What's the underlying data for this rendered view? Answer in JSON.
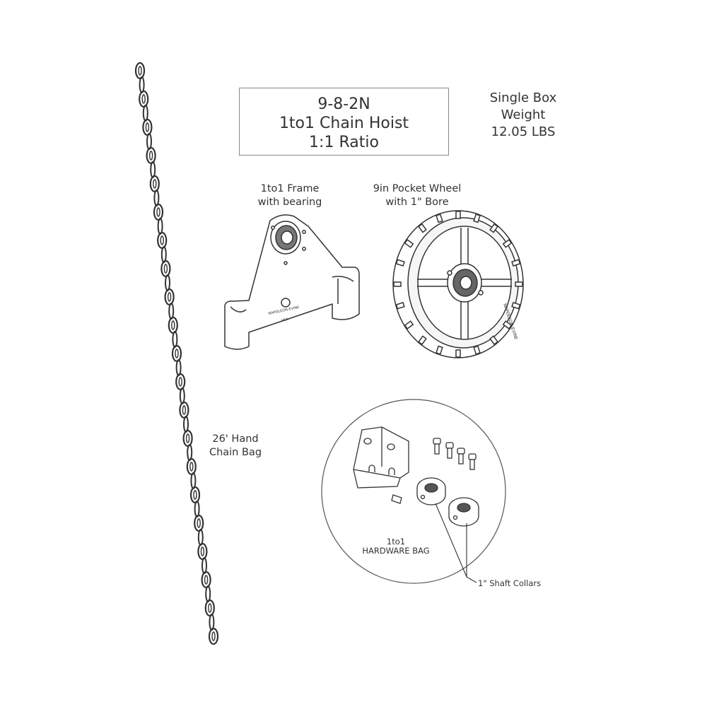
{
  "title": {
    "line1": "9-8-2N",
    "line2": "1to1 Chain Hoist",
    "line3": "1:1 Ratio"
  },
  "weight": {
    "line1": "Single Box",
    "line2": "Weight",
    "line3": "12.05 LBS"
  },
  "frame": {
    "line1": "1to1 Frame",
    "line2": "with bearing",
    "engraving1": "NAPOLEON-EVINE",
    "engraving2": "USA"
  },
  "wheel": {
    "line1": "9in Pocket Wheel",
    "line2": "with 1\" Bore",
    "engraving": "NAPOLEON-EVINE"
  },
  "chain_bag": {
    "line1": "26' Hand",
    "line2": "Chain Bag"
  },
  "hardware_bag": {
    "line1": "1to1",
    "line2": "HARDWARE BAG"
  },
  "collars": {
    "label": "1\" Shaft Collars"
  },
  "colors": {
    "line": "#333333",
    "box_border": "#888888"
  }
}
